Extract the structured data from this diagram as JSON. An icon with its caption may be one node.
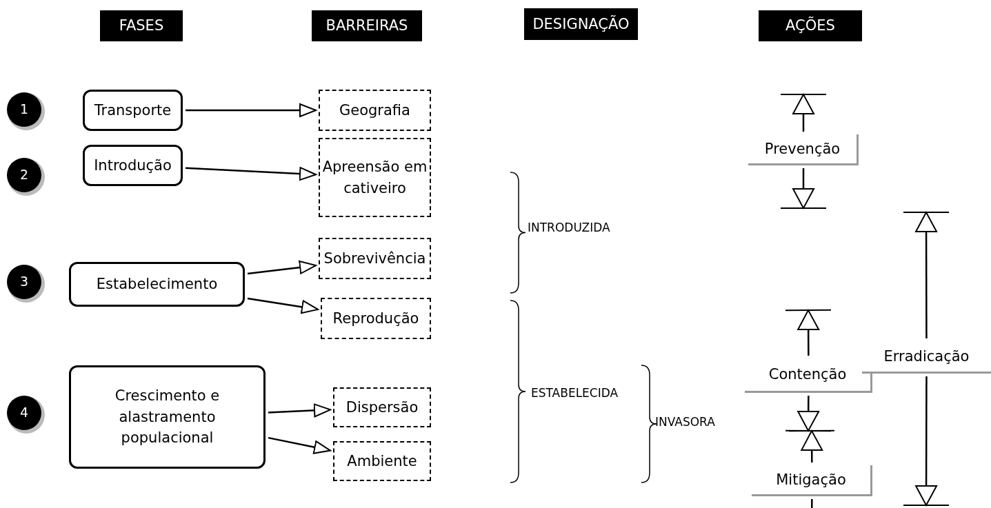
{
  "diagram": {
    "nodes": [
      {
        "text": [
          "FASES"
        ]
      },
      {
        "text": [
          "BARREIRAS"
        ]
      },
      {
        "text": [
          "DESIGNAÇÃO"
        ]
      },
      {
        "text": [
          "AÇÕES"
        ]
      },
      {
        "text": [
          "1"
        ]
      },
      {
        "text": [
          "Transporte"
        ]
      },
      {
        "text": [
          "Geografia"
        ]
      },
      {
        "text": [
          "2"
        ]
      },
      {
        "text": [
          "Introdução"
        ]
      },
      {
        "text": [
          "Apreensão em cativeiro"
        ]
      },
      {
        "text": [
          "3"
        ]
      },
      {
        "text": [
          "Estabelecimento"
        ]
      },
      {
        "text": [
          "Sobrevivência"
        ]
      },
      {
        "text": [
          "Reprodução"
        ]
      },
      {
        "text": [
          "4"
        ]
      },
      {
        "text": [
          "Crescimento e alastramento populacional"
        ]
      },
      {
        "text": [
          "Dispersão"
        ]
      },
      {
        "text": [
          "Ambiente"
        ]
      },
      {
        "text": [
          "Prevenção"
        ]
      },
      {
        "text": [
          "Contenção"
        ]
      },
      {
        "text": [
          "Mitigação"
        ]
      },
      {
        "text": [
          "Erradicação"
        ]
      }
    ],
    "edges": [
      {
        "from": 5,
        "to": 6,
        "arrow": "to"
      },
      {
        "from": 8,
        "to": 9,
        "arrow": "to"
      },
      {
        "from": 11,
        "to": 12,
        "arrow": "to"
      },
      {
        "from": 11,
        "to": 13,
        "arrow": "to"
      },
      {
        "from": 15,
        "to": 16,
        "arrow": "to"
      },
      {
        "from": 15,
        "to": 17,
        "arrow": "to"
      },
      {
        "from": 18,
        "to": null,
        "arrow": "to"
      },
      {
        "from": 18,
        "to": null,
        "arrow": "to"
      },
      {
        "from": 19,
        "to": null,
        "arrow": "to"
      },
      {
        "from": 19,
        "to": null,
        "arrow": "to"
      },
      {
        "from": 20,
        "to": null,
        "arrow": "to"
      },
      {
        "from": 20,
        "to": null,
        "arrow": "to"
      },
      {
        "from": 21,
        "to": null,
        "arrow": "to"
      },
      {
        "from": 21,
        "to": null,
        "arrow": "to"
      }
    ],
    "labels": [
      "INTRODUZIDA",
      "ESTABELECIDA",
      "INVASORA"
    ]
  }
}
